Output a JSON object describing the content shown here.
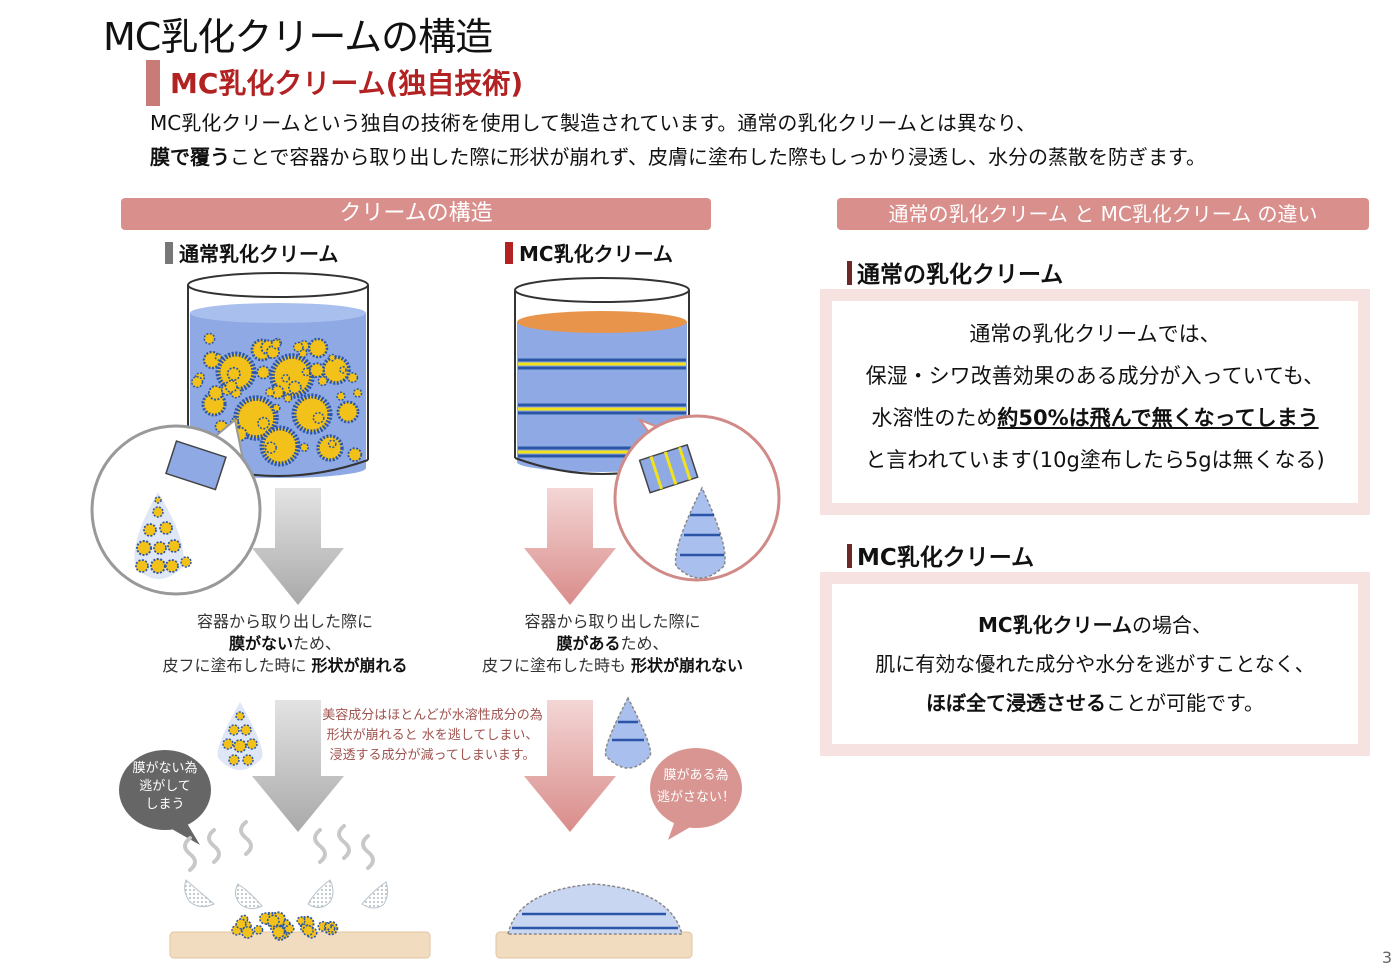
{
  "page": {
    "title": "MC乳化クリームの構造",
    "subtitle": "MC乳化クリーム(独自技術)",
    "intro_line1": "MC乳化クリームという独自の技術を使用して製造されています。通常の乳化クリームとは異なり、",
    "intro_line2_bold": "膜で覆う",
    "intro_line2_rest": "ことで容器から取り出した際に形状が崩れず、皮膚に塗布した際もしっかり浸透し、水分の蒸散を防ぎます。",
    "page_number": "3"
  },
  "left_panel": {
    "band_title": "クリームの構造",
    "normal_label": "通常乳化クリーム",
    "mc_label": "MC乳化クリーム",
    "normal_caption": {
      "line1": "容器から取り出した際に",
      "line2_bold": "膜がない",
      "line2_rest": "ため、",
      "line3_prefix": "皮フに塗布した時に ",
      "line3_bold": "形状が崩れる"
    },
    "mc_caption": {
      "line1": "容器から取り出した際に",
      "line2_bold": "膜がある",
      "line2_rest": "ため、",
      "line3_prefix": "皮フに塗布した時も ",
      "line3_bold": "形状が崩れない"
    },
    "note": {
      "line1": "美容成分はほとんどが水溶性成分の為",
      "line2": "形状が崩れると 水を逃してしまい、",
      "line3": "浸透する成分が減ってしまいます。"
    },
    "bubble_normal": {
      "line1": "膜がない為",
      "line2": "逃がして",
      "line3": "しまう"
    },
    "bubble_mc": {
      "line1": "膜がある為",
      "line2": "逃がさない！"
    }
  },
  "right_panel": {
    "band_title": "通常の乳化クリーム と MC乳化クリーム の違い",
    "normal_heading": "通常の乳化クリーム",
    "normal_text": {
      "line1": "通常の乳化クリームでは、",
      "line2": "保湿・シワ改善効果のある成分が入っていても、",
      "line3_prefix": "水溶性のため",
      "line3_bold": "約50%は飛んで無くなってしまう",
      "line4": "と言われています(10g塗布したら5gは無くなる)"
    },
    "mc_heading": "MC乳化クリーム",
    "mc_text": {
      "line1_bold": "MC乳化クリーム",
      "line1_rest": "の場合、",
      "line2": "肌に有効な優れた成分や水分を逃がすことなく、",
      "line3_bold": "ほぼ全て浸透させる",
      "line3_rest": "ことが可能です。"
    }
  },
  "colors": {
    "accent_red": "#b22222",
    "band_pink": "#d9908c",
    "box_border": "#f6e2e1",
    "water_blue": "#8ea9e3",
    "oil_orange": "#e8944a",
    "particle_yellow": "#f2c21a",
    "membrane_blue": "#2b56a8"
  }
}
